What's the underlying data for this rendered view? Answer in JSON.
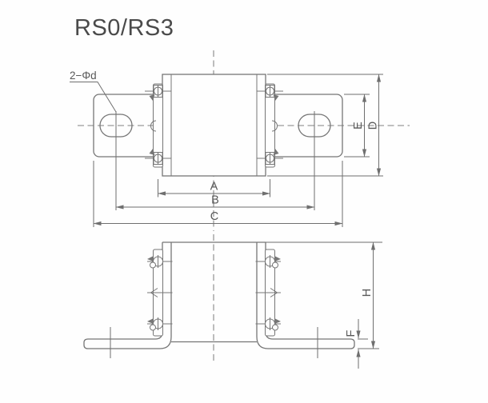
{
  "title": "RS0/RS3",
  "annotations": {
    "mounting_hole_callout": "2−Φd"
  },
  "dimension_labels": {
    "A": "A",
    "B": "B",
    "C": "C",
    "D": "D",
    "E": "E",
    "F": "F",
    "H": "H"
  },
  "views": {
    "top_view": "fuse-top-view",
    "side_view": "fuse-side-view"
  },
  "colors": {
    "outline": "#767676",
    "dimension_line": "#6f6f6f",
    "centerline": "#808080",
    "label_text": "#585858",
    "title_text": "#4a4a4a",
    "background": "#fefefe"
  }
}
